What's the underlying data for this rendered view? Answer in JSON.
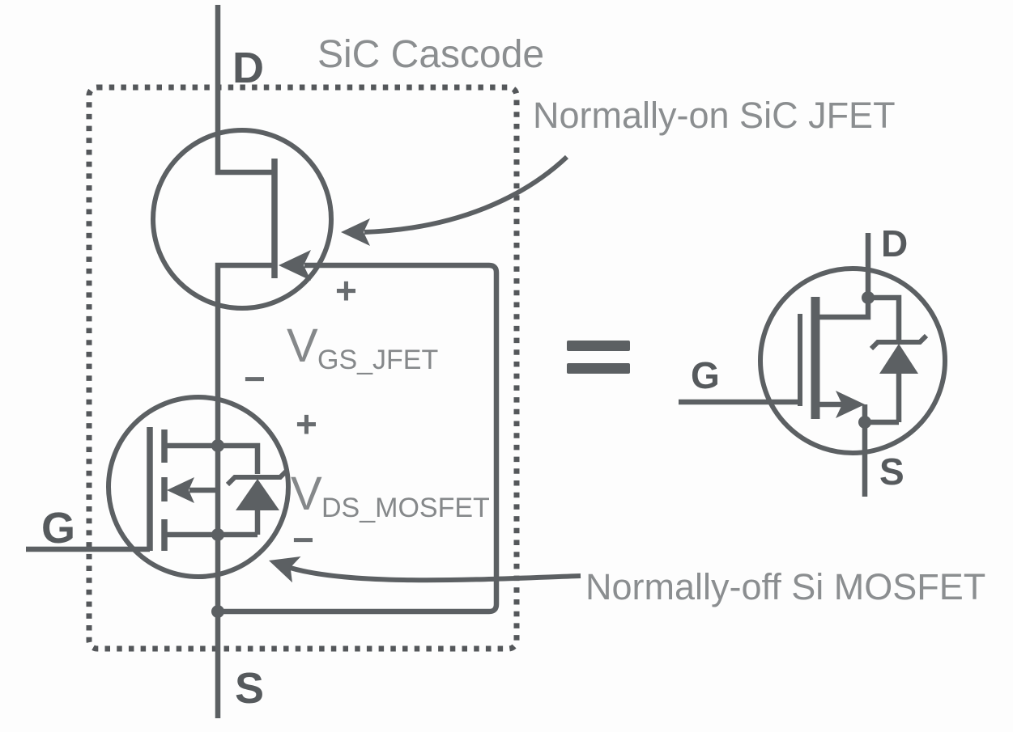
{
  "title": "SiC Cascode",
  "annotations": {
    "jfet": "Normally-on SiC JFET",
    "mosfet": "Normally-off Si MOSFET"
  },
  "cascode": {
    "drain_label": "D",
    "gate_label": "G",
    "source_label": "S",
    "vgs_jfet": {
      "base": "V",
      "subscript": "GS_JFET",
      "plus": "+",
      "minus": "−"
    },
    "vds_mosfet": {
      "base": "V",
      "subscript": "DS_MOSFET",
      "plus": "+",
      "minus": "−"
    }
  },
  "equivalent_symbol": {
    "drain_label": "D",
    "gate_label": "G",
    "source_label": "S",
    "equals_sign": "="
  },
  "icons": {
    "equals_icon": "=",
    "jfet_gate_arrow_icon": "left-arrowhead",
    "mosfet_body_arrow_icon": "left-arrowhead",
    "equivalent_source_arrow_icon": "right-arrowhead",
    "body_diode_icon": "zener-diode",
    "annotation_arrow_icons": "curved-leader-arrows"
  },
  "colors": {
    "line": "#5c6063",
    "dotted_border": "#54575a",
    "label_dark": "#565a5d",
    "annotation_gray": "#8b8e90",
    "v_label_gray": "#85888a",
    "sign_gray": "#686c6f",
    "background": "#fdfdfd"
  }
}
